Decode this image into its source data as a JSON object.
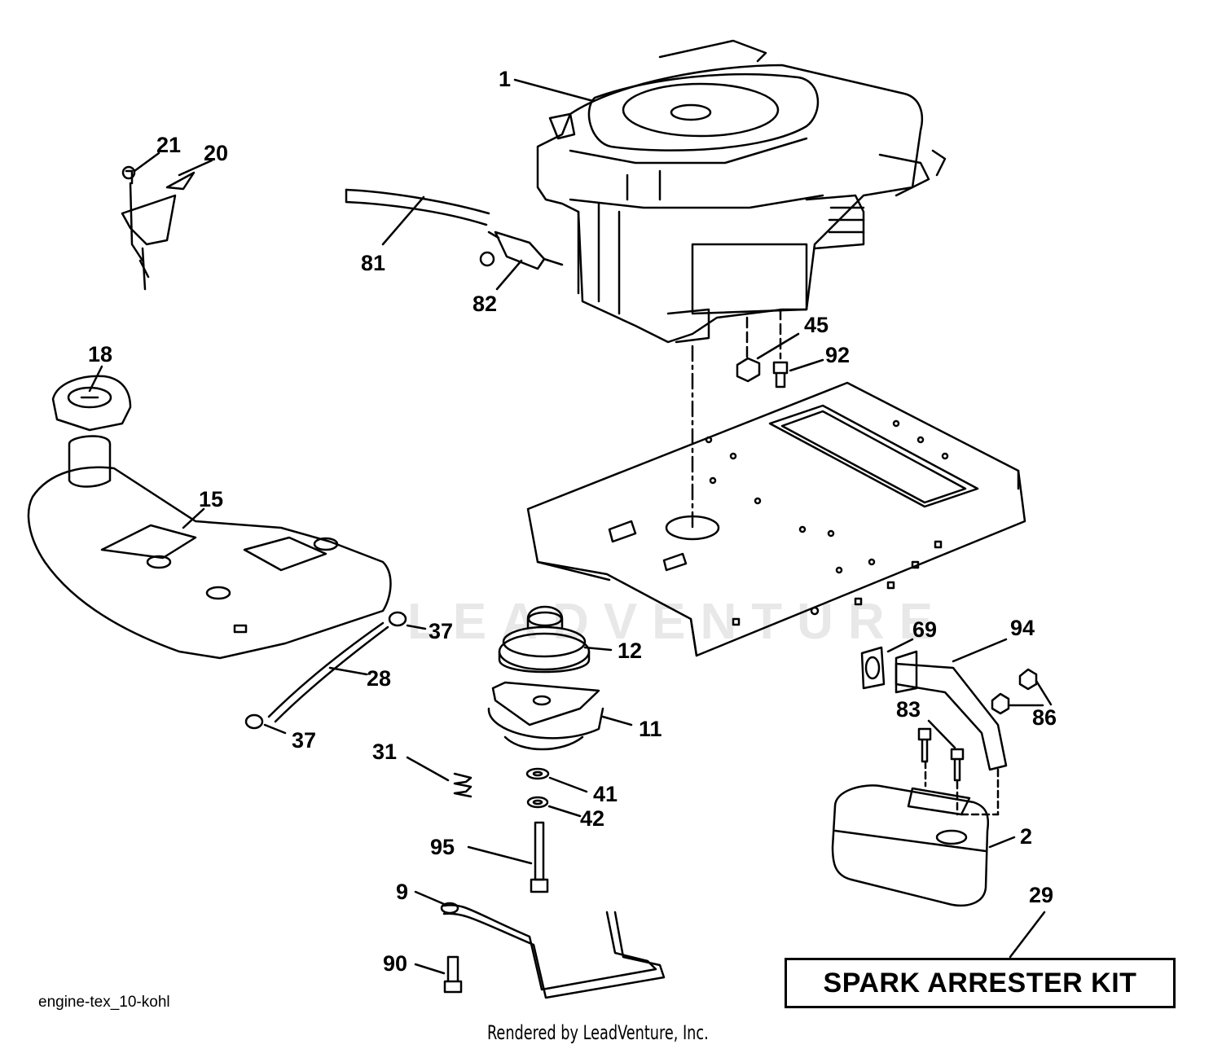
{
  "diagram": {
    "callouts": [
      {
        "id": "1",
        "label": "1"
      },
      {
        "id": "2",
        "label": "2"
      },
      {
        "id": "9",
        "label": "9"
      },
      {
        "id": "11",
        "label": "11"
      },
      {
        "id": "12",
        "label": "12"
      },
      {
        "id": "15",
        "label": "15"
      },
      {
        "id": "18",
        "label": "18"
      },
      {
        "id": "20",
        "label": "20"
      },
      {
        "id": "21",
        "label": "21"
      },
      {
        "id": "28",
        "label": "28"
      },
      {
        "id": "29",
        "label": "29"
      },
      {
        "id": "31",
        "label": "31"
      },
      {
        "id": "37a",
        "label": "37"
      },
      {
        "id": "37b",
        "label": "37"
      },
      {
        "id": "41",
        "label": "41"
      },
      {
        "id": "42",
        "label": "42"
      },
      {
        "id": "45",
        "label": "45"
      },
      {
        "id": "69",
        "label": "69"
      },
      {
        "id": "81",
        "label": "81"
      },
      {
        "id": "82",
        "label": "82"
      },
      {
        "id": "83",
        "label": "83"
      },
      {
        "id": "86",
        "label": "86"
      },
      {
        "id": "90",
        "label": "90"
      },
      {
        "id": "92",
        "label": "92"
      },
      {
        "id": "94",
        "label": "94"
      },
      {
        "id": "95",
        "label": "95"
      }
    ],
    "kit_label": "SPARK ARRESTER KIT",
    "diagram_id": "engine-tex_10-kohl",
    "credit": "Rendered by LeadVenture, Inc.",
    "watermark": "LEADVENTURE"
  }
}
